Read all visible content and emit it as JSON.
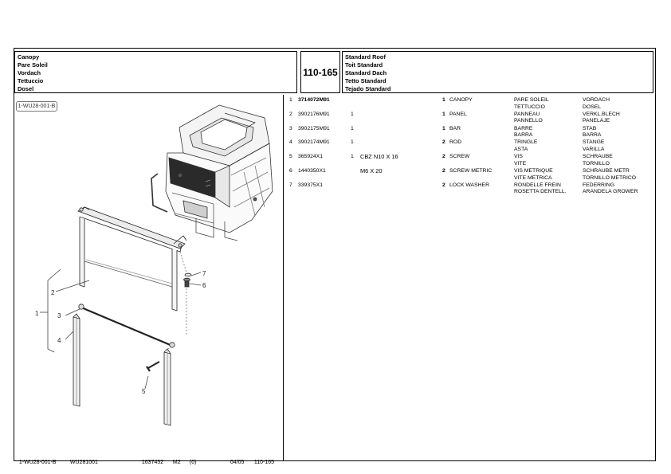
{
  "header": {
    "left_titles": [
      "Canopy",
      "Pare Soleil",
      "Vordach",
      "Tettuccio",
      "Dosel"
    ],
    "page_code": "110-165",
    "right_titles": [
      "Standard Roof",
      "Toit Standard",
      "Standard Dach",
      "Tetto Standard",
      "Tejado Standard"
    ]
  },
  "figure": {
    "ref_badge": "1-WU28-001-B",
    "callouts": [
      "1",
      "2",
      "3",
      "4",
      "5",
      "6",
      "7"
    ]
  },
  "parts": [
    {
      "idx": "1",
      "part_no": "3714072M91",
      "qty": "",
      "note": "",
      "q2": "1",
      "desc": "CANOPY",
      "fr": [
        "PARE SOLEIL",
        "TETTUCCIO"
      ],
      "de": [
        "VORDACH",
        "DOSEL"
      ],
      "bold_part": true
    },
    {
      "idx": "2",
      "part_no": "3902176M91",
      "qty": "1",
      "note": "",
      "q2": "1",
      "desc": "PANEL",
      "fr": [
        "PANNEAU",
        "PANNELLO"
      ],
      "de": [
        "VERKL.BLECH",
        "PANELAJE"
      ],
      "bold_part": false
    },
    {
      "idx": "3",
      "part_no": "3902175M91",
      "qty": "1",
      "note": "",
      "q2": "1",
      "desc": "BAR",
      "fr": [
        "BARRE",
        "BARRA"
      ],
      "de": [
        "STAB",
        "BARRA"
      ],
      "bold_part": false
    },
    {
      "idx": "4",
      "part_no": "3902174M91",
      "qty": "1",
      "note": "",
      "q2": "2",
      "desc": "ROD",
      "fr": [
        "TRINGLE",
        "ASTA"
      ],
      "de": [
        "STANGE",
        "VARILLA"
      ],
      "bold_part": false
    },
    {
      "idx": "5",
      "part_no": "365924X1",
      "qty": "1",
      "note": "CBZ N10 X 16",
      "q2": "2",
      "desc": "SCREW",
      "fr": [
        "VIS",
        "VITE"
      ],
      "de": [
        "SCHRAUBE",
        "TORNILLO"
      ],
      "bold_part": false
    },
    {
      "idx": "6",
      "part_no": "1440350X1",
      "qty": "",
      "note": "M6 X 20",
      "q2": "2",
      "desc": "SCREW METRIC",
      "fr": [
        "VIS METRIQUE",
        "VITE METRICA"
      ],
      "de": [
        "SCHRAUBE METR",
        "TORNILLO METRICO"
      ],
      "bold_part": false
    },
    {
      "idx": "7",
      "part_no": "339375X1",
      "qty": "",
      "note": "",
      "q2": "2",
      "desc": "LOCK WASHER",
      "fr": [
        "RONDELLE FREIN",
        "ROSETTA DENTELL."
      ],
      "de": [
        "FEDERRING",
        "ARANDELA GROWER"
      ],
      "bold_part": false
    }
  ],
  "footer": {
    "ref": "1-WU28-001-B",
    "illus": "WU281001",
    "doc_no": "1637452",
    "m": "M2",
    "rev": "(0)",
    "date": "04/05",
    "page_code": "110-165"
  },
  "colors": {
    "line": "#000000",
    "drawing": "#333333",
    "glass": "#2a2a2a"
  }
}
